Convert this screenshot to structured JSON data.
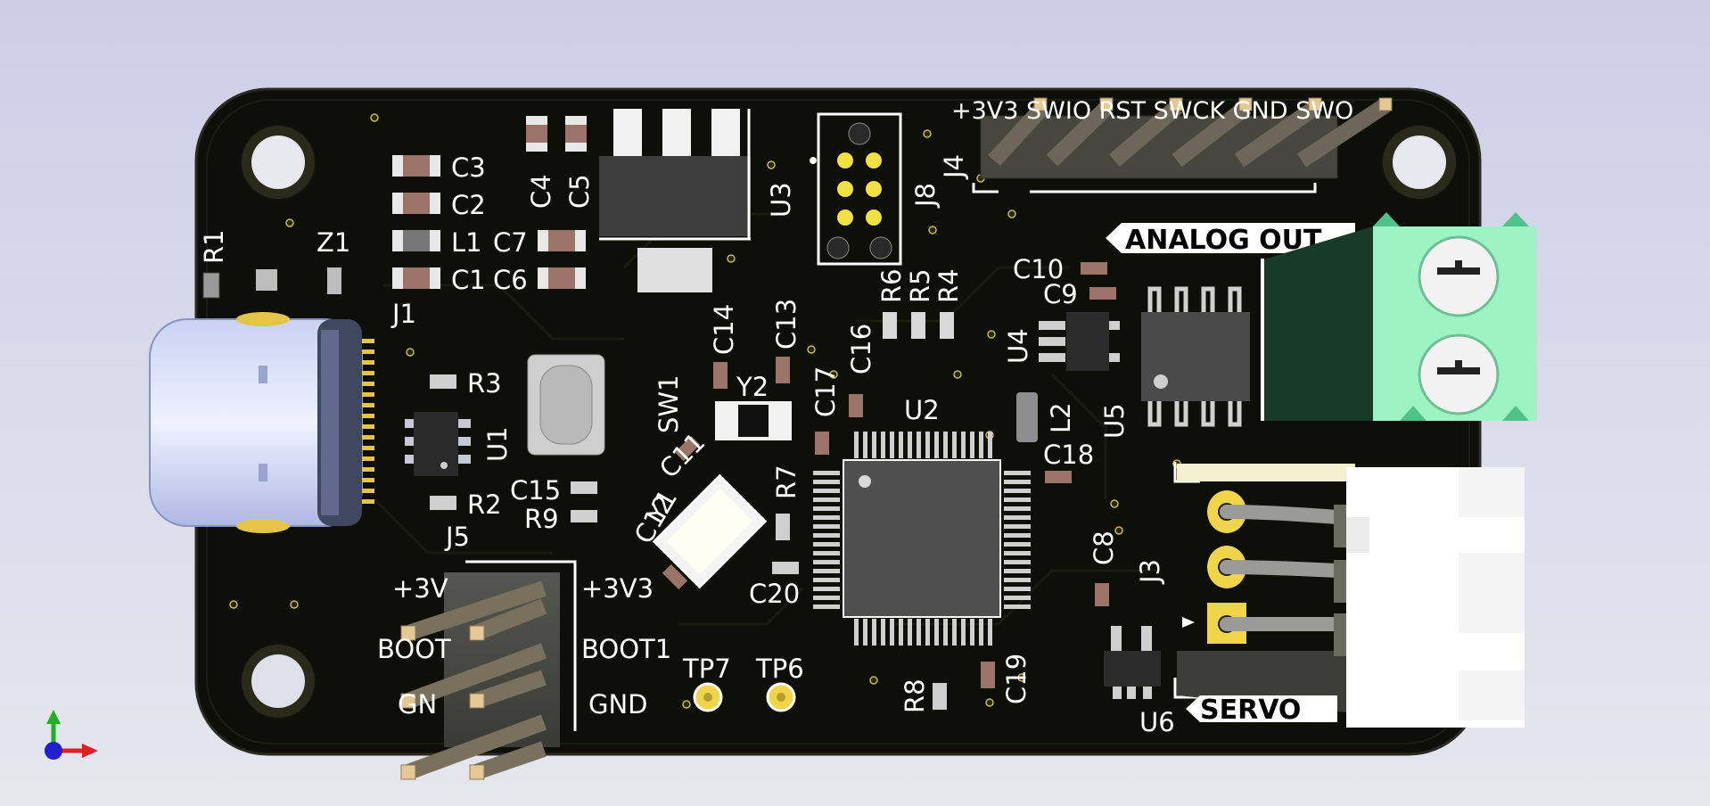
{
  "viewer": {
    "board_name": "servo / analog output controller PCB",
    "background_top": "#cdcde8",
    "background_bottom": "#e6e6ee",
    "board_color": "#0e0f08",
    "silkscreen_color": "#ffffff",
    "pad_color": "#e8d44a"
  },
  "silkscreen": {
    "R1": "R1",
    "Z1": "Z1",
    "J1": "J1",
    "C3": "C3",
    "C2": "C2",
    "L1": "L1",
    "C1": "C1",
    "C7": "C7",
    "C6": "C6",
    "C4": "C4",
    "C5": "C5",
    "U3": "U3",
    "J8": "J8",
    "J4": "J4",
    "R6": "R6",
    "R5": "R5",
    "R4": "R4",
    "C10": "C10",
    "C9": "C9",
    "U4": "U4",
    "U5": "U5",
    "L2": "L2",
    "C18": "C18",
    "C14": "C14",
    "C13": "C13",
    "C16": "C16",
    "C17": "C17",
    "Y2": "Y2",
    "U2": "U2",
    "SW1": "SW1",
    "R3": "R3",
    "U1": "U1",
    "R2": "R2",
    "C15": "C15",
    "R9": "R9",
    "C11": "C11",
    "Y1": "Y1",
    "C12": "C12",
    "R7": "R7",
    "C20": "C20",
    "C8": "C8",
    "J3": "J3",
    "J5": "J5",
    "R8": "R8",
    "C19": "C19",
    "U6": "U6",
    "TP7": "TP7",
    "TP6": "TP6"
  },
  "j4_pin_labels": "+3V3 SWIO RST SWCK GND SWO",
  "j5_labels": {
    "left_3v3": "+3V",
    "left_boot": "BOOT",
    "left_gnd": "GN",
    "right_3v3": "+3V3",
    "right_boot": "BOOT1",
    "right_gnd": "GND"
  },
  "banners": {
    "analog_out": "ANALOG OUT",
    "servo": "SERVO"
  },
  "axes_gizmo": {
    "x_color": "#e02020",
    "y_color": "#20b020",
    "z_color": "#2020d0"
  }
}
